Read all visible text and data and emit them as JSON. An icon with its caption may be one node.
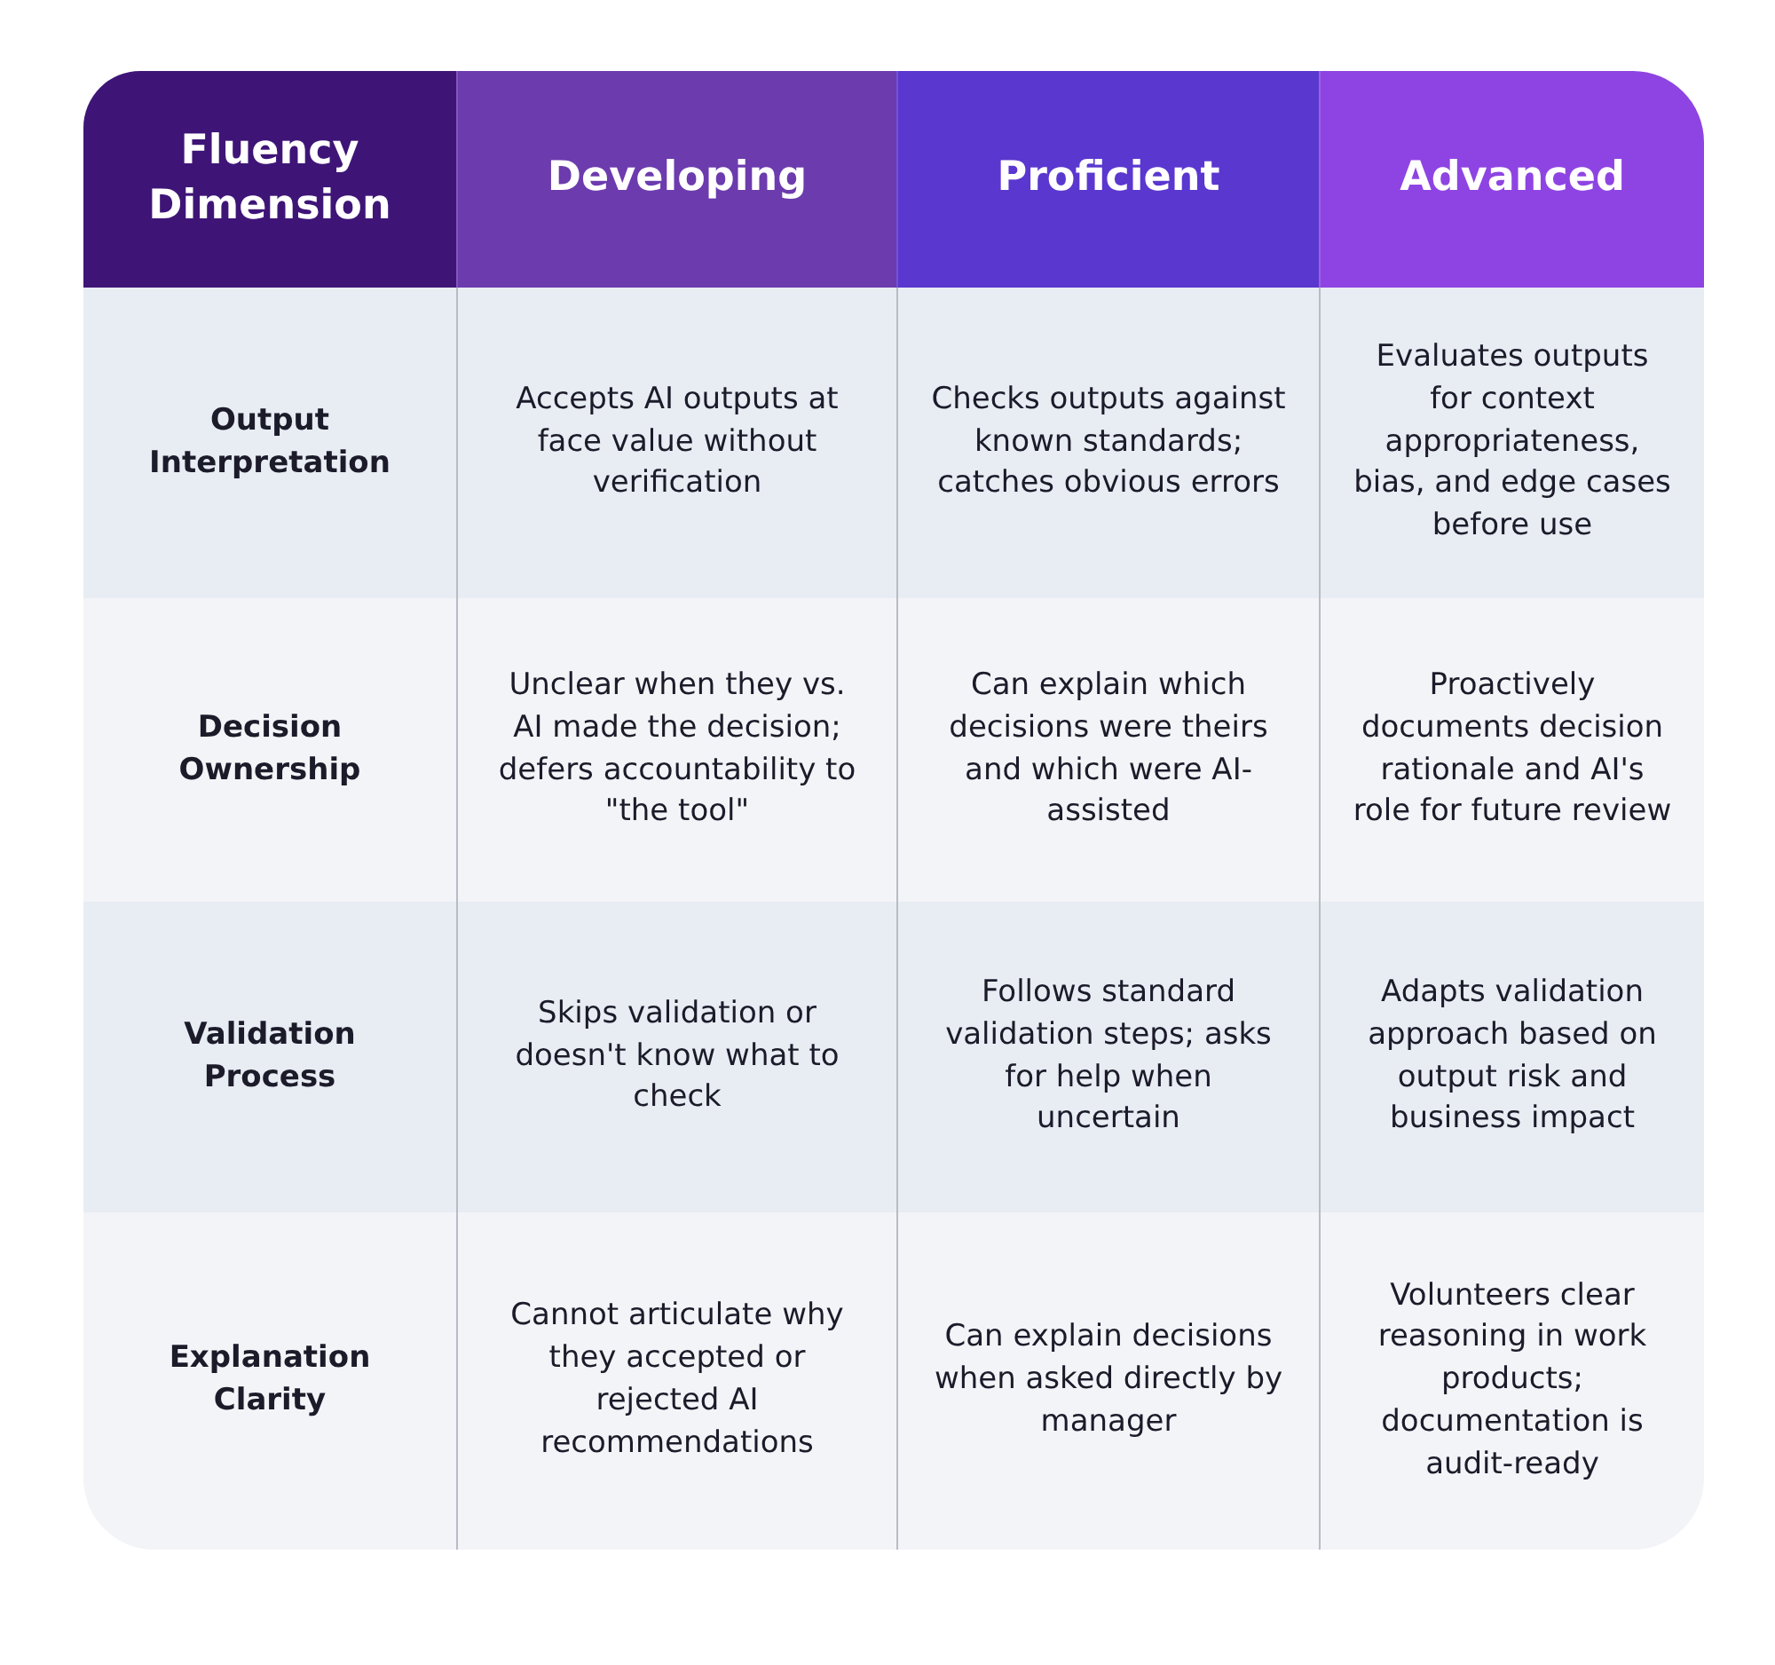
{
  "diagram": {
    "labels": [
      "Fluency Dimension",
      "Developing",
      "Proficient",
      "Advanced",
      "Output Interpretation",
      "Accepts AI outputs at face value without verification",
      "Checks outputs against known standards; catches obvious errors",
      "Evaluates outputs for context appropriateness, bias, and edge cases before use",
      "Decision Ownership",
      "Unclear when they vs. AI made the decision; defers accountability to \"the tool\"",
      "Can explain which decisions were theirs and which were AI-assisted",
      "Proactively documents decision rationale and AI's role for future review",
      "Validation Process",
      "Skips validation or doesn't know what to check",
      "Follows standard validation steps; asks for help when uncertain",
      "Adapts validation approach based on output risk and business impact",
      "Explanation Clarity",
      "Cannot articulate why they accepted or rejected AI recommendations",
      "Can explain decisions when asked directly by manager",
      "Volunteers clear reasoning in work products; documentation is audit-ready"
    ]
  }
}
